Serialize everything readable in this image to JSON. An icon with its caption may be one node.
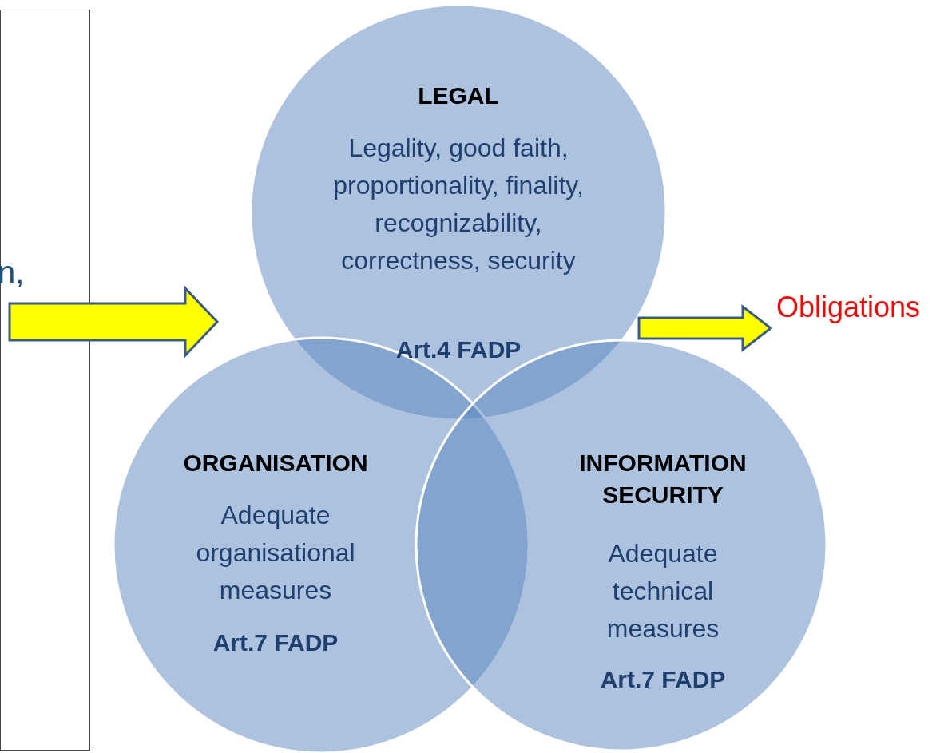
{
  "diagram": {
    "nodes": [
      {
        "text": [
          "n,"
        ]
      },
      {
        "text": [
          "LEGAL",
          "Legality, good faith, proportionality, finality, recognizability, correctness, security",
          "Art.4 FADP"
        ]
      },
      {
        "text": [
          "ORGANISATION",
          "Adequate organisational measures",
          "Art.7 FADP"
        ]
      },
      {
        "text": [
          "INFORMATION SECURITY",
          "Adequate technical measures",
          "Art.7 FADP"
        ]
      },
      {
        "text": [
          "Obligations"
        ]
      }
    ],
    "edges": [
      {
        "from": 0,
        "to": null,
        "arrow": "to"
      },
      {
        "from": 1,
        "to": 4,
        "arrow": "to"
      }
    ]
  }
}
